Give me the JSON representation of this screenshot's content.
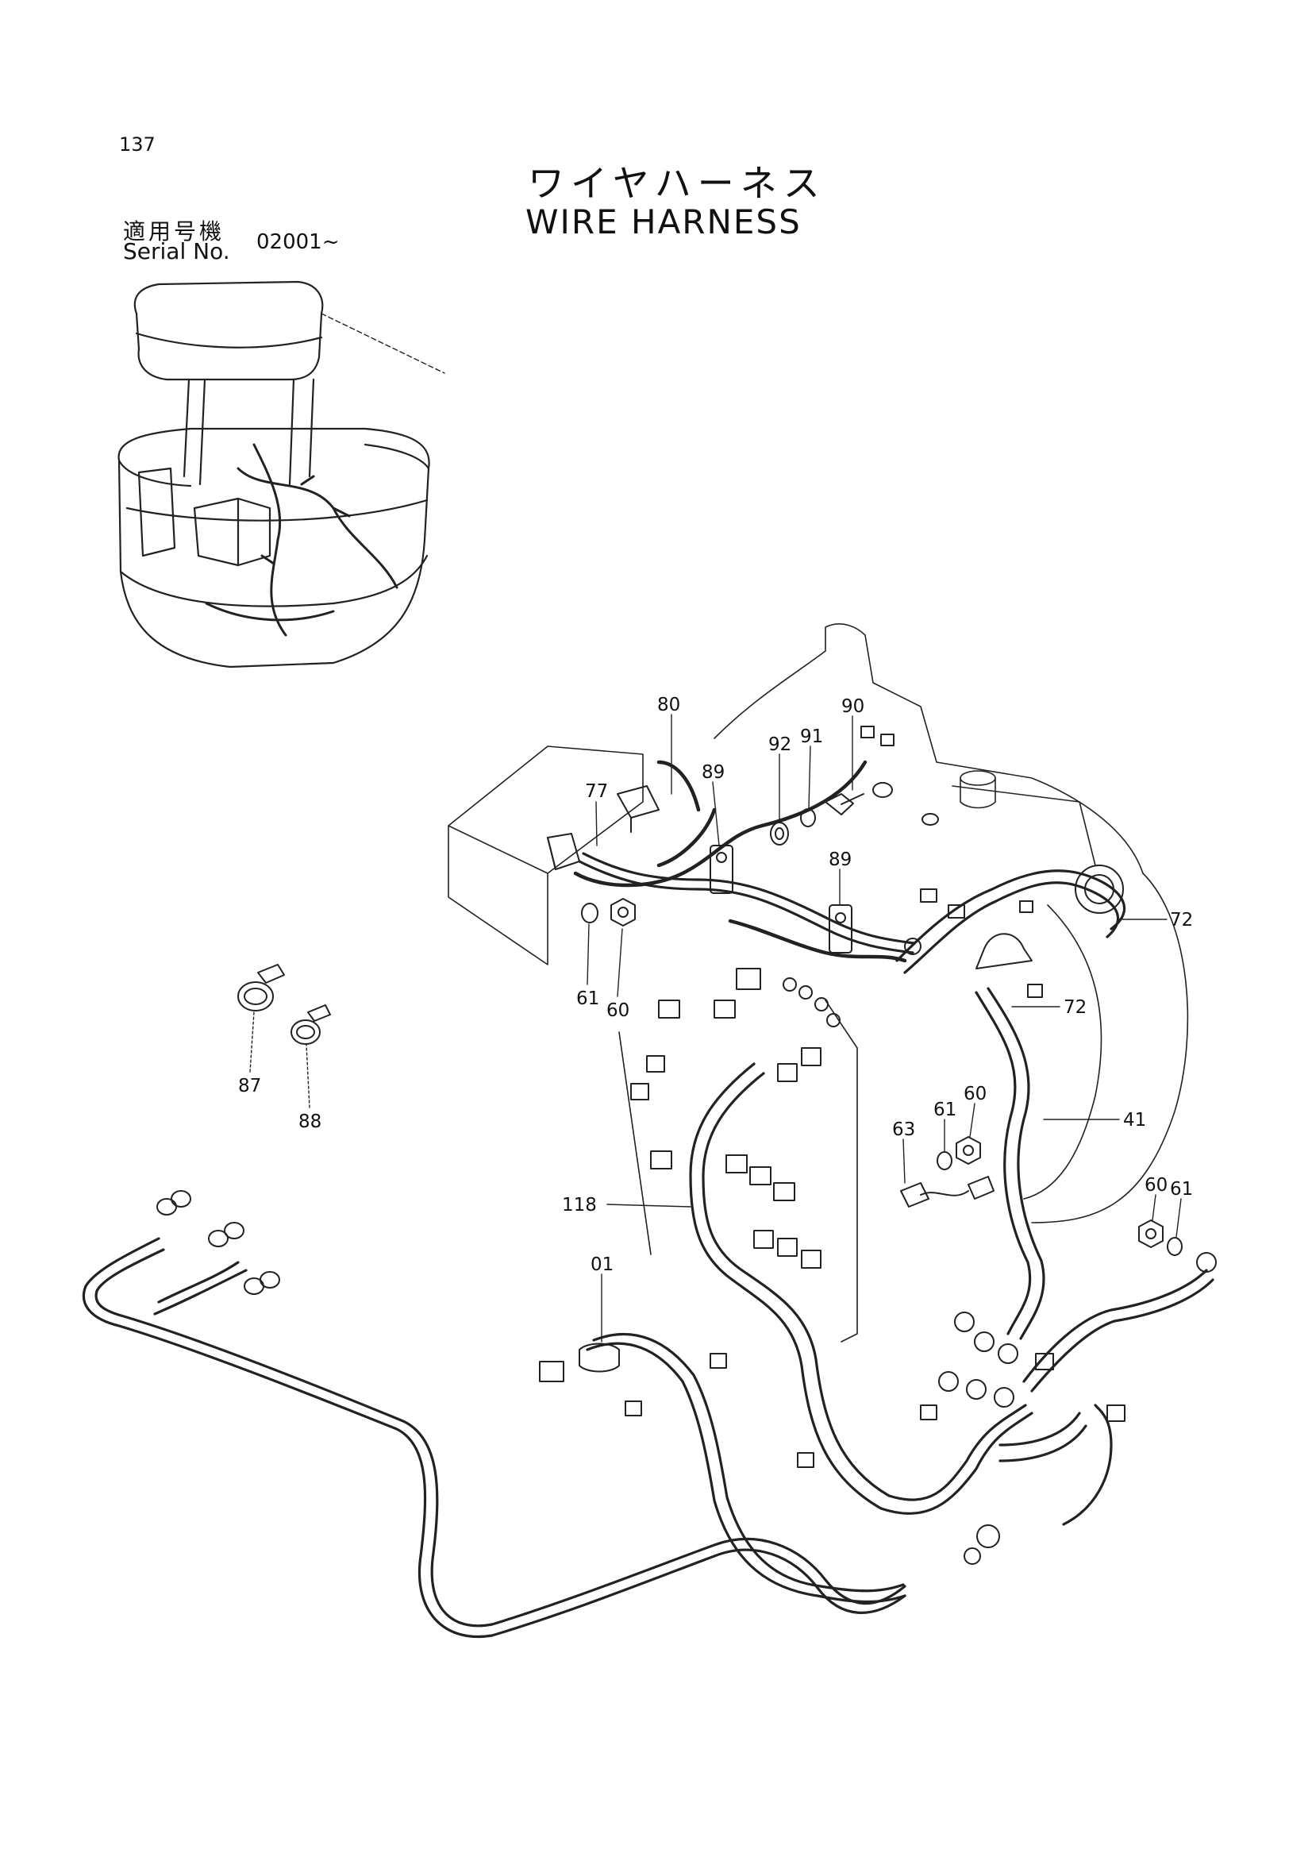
{
  "page_number": "137",
  "title_jp": "ワイヤハーネス",
  "title_en": "WIRE HARNESS",
  "serial_label_jp": "適用号機",
  "serial_label_en": "Serial No.",
  "serial_value": "02001~",
  "callouts": [
    "80",
    "90",
    "91",
    "92",
    "77",
    "89",
    "89",
    "72",
    "72",
    "61",
    "60",
    "87",
    "88",
    "61",
    "60",
    "63",
    "41",
    "60",
    "61",
    "118",
    "01"
  ]
}
